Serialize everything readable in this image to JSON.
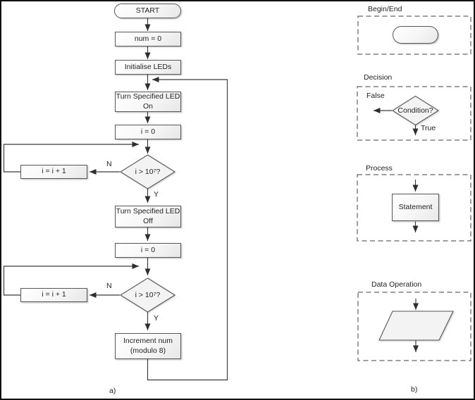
{
  "panel_a": {
    "caption": "a)",
    "nodes": {
      "start": "START",
      "num_zero": "num = 0",
      "init_leds": "Initialise LEDs",
      "led_on_1": "Turn Specified LED",
      "led_on_2": "On",
      "i_zero_a": "i = 0",
      "decision1_base": "i > 10",
      "decision1_exp": "7",
      "decision1_suffix": "?",
      "i_plus_1_a": "i = i + 1",
      "led_off_1": "Turn Specified LED",
      "led_off_2": "Off",
      "i_zero_b": "i = 0",
      "decision2_base": "i > 10",
      "decision2_exp": "7",
      "decision2_suffix": "?",
      "i_plus_1_b": "i = i + 1",
      "increment_1": "Increment num",
      "increment_2": "(modulo 8)"
    },
    "edge_labels": {
      "no_1": "N",
      "yes_1": "Y",
      "no_2": "N",
      "yes_2": "Y"
    }
  },
  "panel_b": {
    "caption": "b)",
    "begin_end": {
      "title": "Begin/End"
    },
    "decision": {
      "title": "Decision",
      "false_label": "False",
      "true_label": "True",
      "condition": "Condition?"
    },
    "process": {
      "title": "Process",
      "statement": "Statement"
    },
    "data_operation": {
      "title": "Data Operation"
    }
  },
  "colors": {
    "line": "#3a3a3a",
    "shape_border": "#565656",
    "dashed_border": "#3f3f3f",
    "text": "#1f1f1f"
  }
}
